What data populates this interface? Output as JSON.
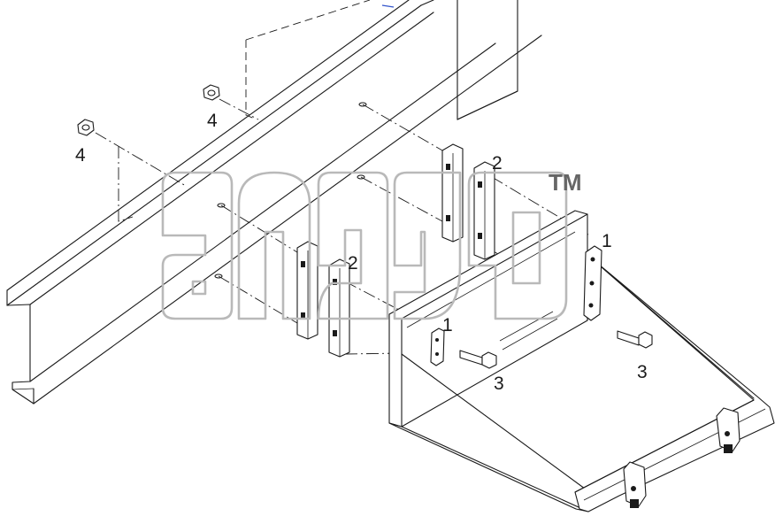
{
  "callouts": [
    {
      "id": "c4a",
      "label": "4"
    },
    {
      "id": "c4b",
      "label": "4"
    },
    {
      "id": "c2a",
      "label": "2"
    },
    {
      "id": "c2b",
      "label": "2"
    },
    {
      "id": "c1a",
      "label": "1"
    },
    {
      "id": "c1b",
      "label": "1"
    },
    {
      "id": "c3a",
      "label": "3"
    },
    {
      "id": "c3b",
      "label": "3"
    }
  ],
  "watermark": {
    "trademark": "TM"
  }
}
